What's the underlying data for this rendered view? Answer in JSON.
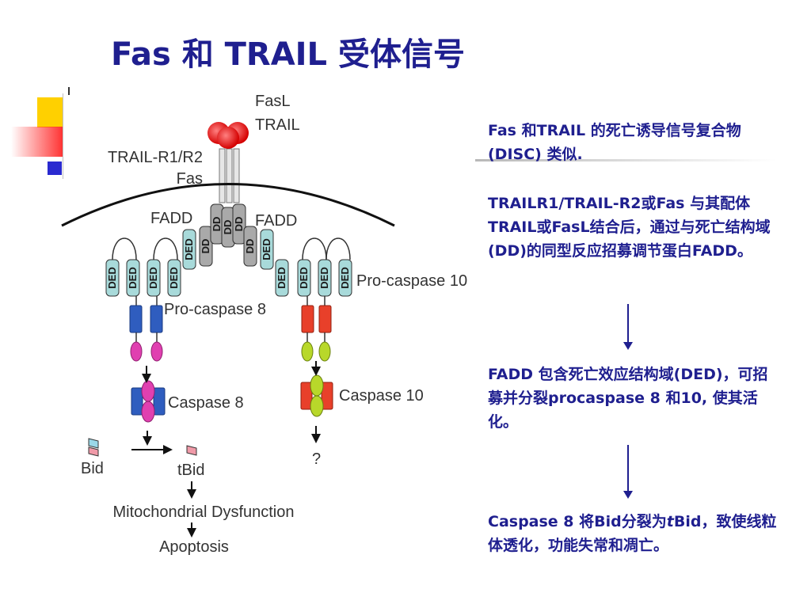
{
  "title": "Fas 和 TRAIL 受体信号",
  "diagram": {
    "labels": {
      "fasl": "FasL",
      "trail": "TRAIL",
      "receptor_line1": "TRAIL-R1/R2",
      "receptor_line2": "Fas",
      "fadd_left": "FADD",
      "fadd_right": "FADD",
      "pro_caspase_8": "Pro-caspase 8",
      "pro_caspase_10": "Pro-caspase 10",
      "caspase_8": "Caspase 8",
      "caspase_10": "Caspase 10",
      "bid": "Bid",
      "tbid": "tBid",
      "question": "?",
      "mito": "Mitochondrial Dysfunction",
      "apoptosis": "Apoptosis"
    },
    "dd": "DD",
    "ded": "DED"
  },
  "notes": {
    "note1": {
      "text": "Fas 和TRAIL 的死亡诱导信号复合物 (DISC) 类似."
    },
    "note2": {
      "text": "TRAILR1/TRAIL-R2或Fas 与其配体 TRAIL或FasL结合后，通过与死亡结构域(DD)的同型反应招募调节蛋白FADD。"
    },
    "note3": {
      "text": "FADD 包含死亡效应结构域(DED)，可招募并分裂procaspase 8 和10, 使其活化。"
    },
    "note4": {
      "before": "Caspase 8 将Bid分裂为",
      "italic": "t",
      "after": "Bid，致使线粒体透化，功能失常和凋亡。"
    }
  },
  "colors": {
    "title": "#1f1f8f",
    "ded_fill": "#a8dada",
    "caspase8_blue": "#2f5dbf",
    "caspase8_pink": "#e040b0",
    "caspase10_red": "#e8402a",
    "caspase10_green": "#b8d82a",
    "ligand_red": "#e02020",
    "deco_yellow": "#ffd000",
    "deco_blue": "#2222cc"
  }
}
